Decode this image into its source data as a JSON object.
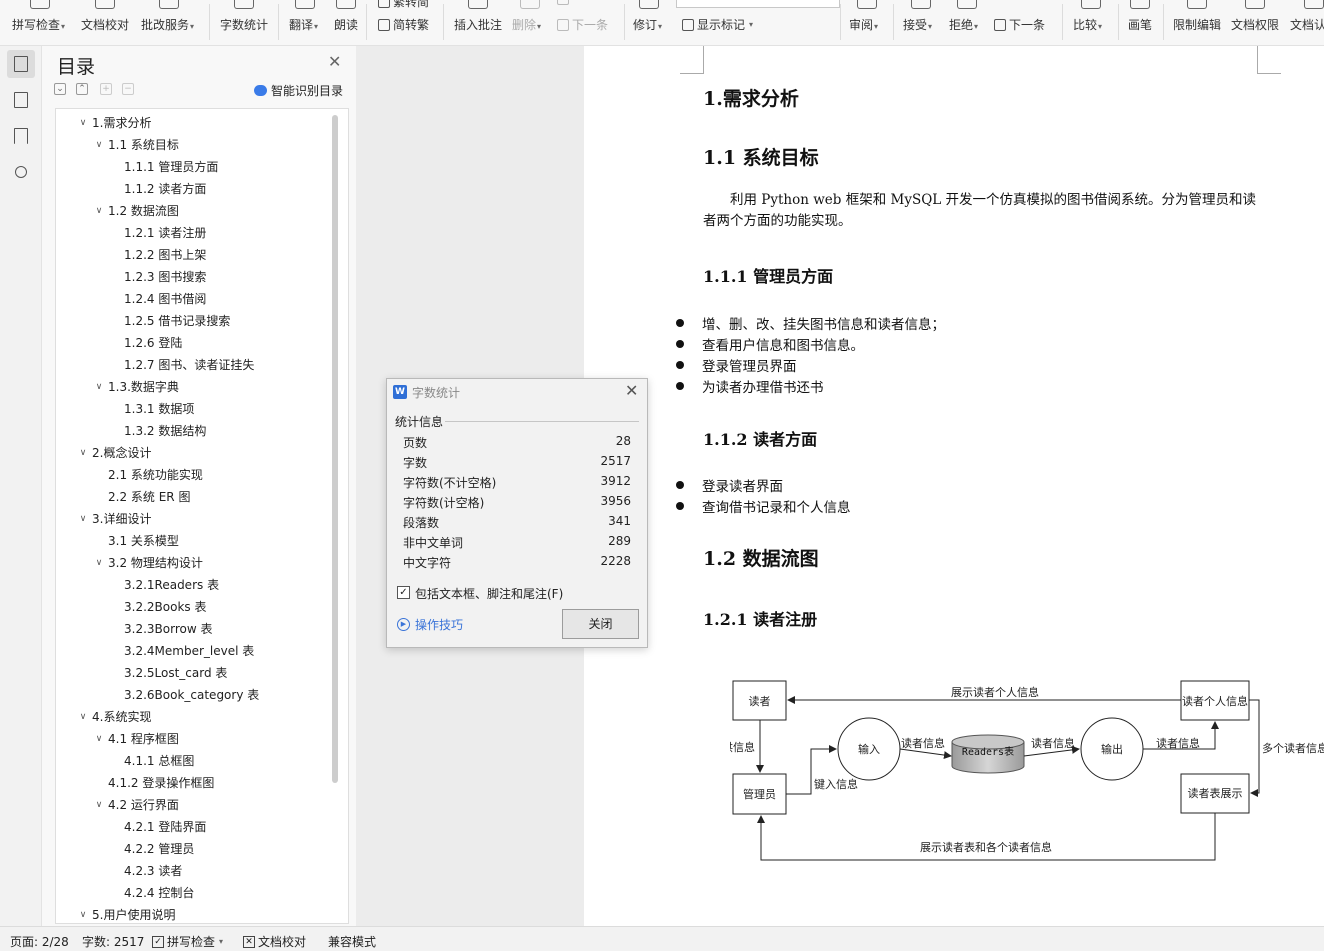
{
  "ribbon": {
    "spell_check": "拼写检查",
    "doc_proofread": "文档校对",
    "batch_service": "批改服务",
    "word_count": "字数统计",
    "translate": "翻译",
    "read_aloud": "朗读",
    "simp_to_trad": "繁转简",
    "trad_to_simp": "简转繁",
    "insert_comment": "插入批注",
    "delete": "删除",
    "next": "下一条",
    "track_changes": "修订",
    "show_markup": "显示标记",
    "review": "审阅",
    "accept": "接受",
    "reject": "拒绝",
    "next_change": "下一条",
    "compare": "比较",
    "pen": "画笔",
    "restrict_edit": "限制编辑",
    "doc_permission": "文档权限",
    "doc_review": "文档认"
  },
  "toc": {
    "title": "目录",
    "smart_toc": "智能识别目录",
    "items": [
      {
        "label": "1.需求分析",
        "level": 1,
        "arrow": true
      },
      {
        "label": "1.1 系统目标",
        "level": 2,
        "arrow": true
      },
      {
        "label": "1.1.1 管理员方面",
        "level": 3,
        "arrow": false
      },
      {
        "label": "1.1.2 读者方面",
        "level": 3,
        "arrow": false
      },
      {
        "label": "1.2 数据流图",
        "level": 2,
        "arrow": true
      },
      {
        "label": "1.2.1 读者注册",
        "level": 3,
        "arrow": false
      },
      {
        "label": "1.2.2 图书上架",
        "level": 3,
        "arrow": false
      },
      {
        "label": "1.2.3 图书搜索",
        "level": 3,
        "arrow": false
      },
      {
        "label": "1.2.4 图书借阅",
        "level": 3,
        "arrow": false
      },
      {
        "label": "1.2.5 借书记录搜索",
        "level": 3,
        "arrow": false
      },
      {
        "label": "1.2.6 登陆",
        "level": 3,
        "arrow": false
      },
      {
        "label": "1.2.7 图书、读者证挂失",
        "level": 3,
        "arrow": false
      },
      {
        "label": "1.3.数据字典",
        "level": 2,
        "arrow": true
      },
      {
        "label": "1.3.1 数据项",
        "level": 3,
        "arrow": false
      },
      {
        "label": "1.3.2 数据结构",
        "level": 3,
        "arrow": false
      },
      {
        "label": "2.概念设计",
        "level": 1,
        "arrow": true
      },
      {
        "label": "2.1 系统功能实现",
        "level": 2,
        "arrow": false
      },
      {
        "label": "2.2 系统 ER 图",
        "level": 2,
        "arrow": false
      },
      {
        "label": "3.详细设计",
        "level": 1,
        "arrow": true
      },
      {
        "label": "3.1 关系模型",
        "level": 2,
        "arrow": false
      },
      {
        "label": "3.2 物理结构设计",
        "level": 2,
        "arrow": true
      },
      {
        "label": "3.2.1Readers 表",
        "level": 3,
        "arrow": false
      },
      {
        "label": "3.2.2Books 表",
        "level": 3,
        "arrow": false
      },
      {
        "label": "3.2.3Borrow 表",
        "level": 3,
        "arrow": false
      },
      {
        "label": "3.2.4Member_level 表",
        "level": 3,
        "arrow": false
      },
      {
        "label": "3.2.5Lost_card 表",
        "level": 3,
        "arrow": false
      },
      {
        "label": "3.2.6Book_category 表",
        "level": 3,
        "arrow": false
      },
      {
        "label": "4.系统实现",
        "level": 1,
        "arrow": true
      },
      {
        "label": "4.1 程序框图",
        "level": 2,
        "arrow": true
      },
      {
        "label": "4.1.1 总框图",
        "level": 3,
        "arrow": false
      },
      {
        "label": "4.1.2 登录操作框图",
        "level": 2,
        "arrow": false
      },
      {
        "label": "4.2 运行界面",
        "level": 2,
        "arrow": true
      },
      {
        "label": "4.2.1 登陆界面",
        "level": 3,
        "arrow": false
      },
      {
        "label": "4.2.2 管理员",
        "level": 3,
        "arrow": false
      },
      {
        "label": "4.2.3 读者",
        "level": 3,
        "arrow": false
      },
      {
        "label": "4.2.4 控制台",
        "level": 3,
        "arrow": false
      },
      {
        "label": "5.用户使用说明",
        "level": 1,
        "arrow": true
      }
    ]
  },
  "document": {
    "h1_req": "1.需求分析",
    "h2_goal": "1.1 系统目标",
    "para_goal": "利用 Python web 框架和 MySQL 开发一个仿真模拟的图书借阅系统。分为管理员和读者两个方面的功能实现。",
    "h3_admin": "1.1.1 管理员方面",
    "admin_bullets": [
      "增、删、改、挂失图书信息和读者信息；",
      "查看用户信息和图书信息。",
      "登录管理员界面",
      "为读者办理借书还书"
    ],
    "h3_reader": "1.1.2 读者方面",
    "reader_bullets": [
      "登录读者界面",
      "查询借书记录和个人信息"
    ],
    "h2_dfd": "1.2 数据流图",
    "h3_register": "1.2.1 读者注册",
    "dfd": {
      "reader": "读者",
      "admin": "管理员",
      "input": "输入",
      "output": "输出",
      "db": "Readers表",
      "reader_info_box": "读者个人信息",
      "reader_table_box": "读者表展示",
      "show_personal": "展示读者个人信息",
      "provide_info": "提供信息",
      "key_in_info": "键入信息",
      "reader_info_1": "读者信息",
      "reader_info_2": "读者信息",
      "reader_info_3": "读者信息",
      "multi_reader_info": "多个读者信息",
      "show_table_info": "展示读者表和各个读者信息"
    }
  },
  "dialog": {
    "title": "字数统计",
    "section": "统计信息",
    "stats": [
      {
        "label": "页数",
        "value": "28"
      },
      {
        "label": "字数",
        "value": "2517"
      },
      {
        "label": "字符数(不计空格)",
        "value": "3912"
      },
      {
        "label": "字符数(计空格)",
        "value": "3956"
      },
      {
        "label": "段落数",
        "value": "341"
      },
      {
        "label": "非中文单词",
        "value": "289"
      },
      {
        "label": "中文字符",
        "value": "2228"
      }
    ],
    "include_label": "包括文本框、脚注和尾注(F)",
    "tips": "操作技巧",
    "close": "关闭"
  },
  "status": {
    "page": "页面: 2/28",
    "words": "字数: 2517",
    "spell_check": "拼写检查",
    "doc_proofread": "文档校对",
    "compat_mode": "兼容模式"
  }
}
